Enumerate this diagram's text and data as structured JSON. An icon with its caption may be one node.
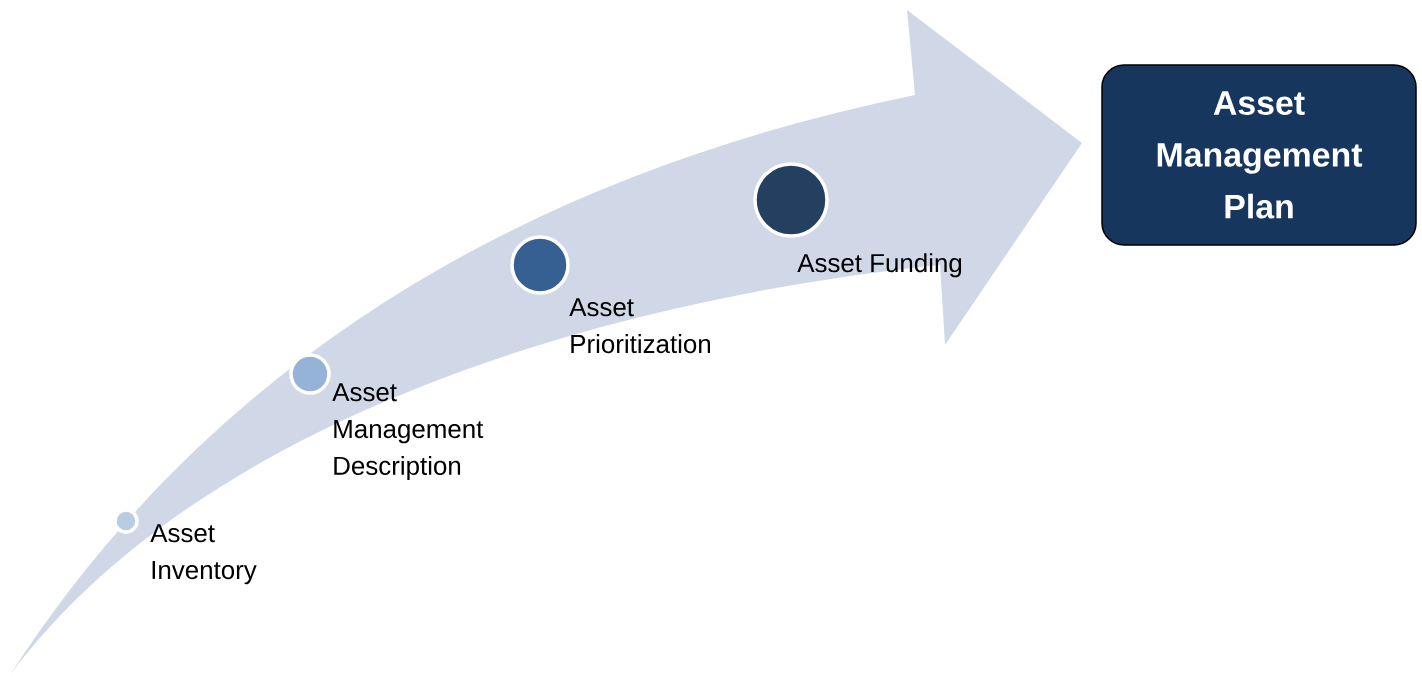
{
  "diagram": {
    "nodes": [
      {
        "text": [
          "Asset Inventory"
        ]
      },
      {
        "text": [
          "Asset Management Description"
        ]
      },
      {
        "text": [
          "Asset Prioritization"
        ]
      },
      {
        "text": [
          "Asset Funding"
        ]
      },
      {
        "text": [
          "Asset Management Plan"
        ]
      }
    ],
    "edges": [
      {
        "from": null,
        "to": 4,
        "arrow": "to",
        "style": "thick",
        "color": "#d0d8e8"
      }
    ]
  }
}
